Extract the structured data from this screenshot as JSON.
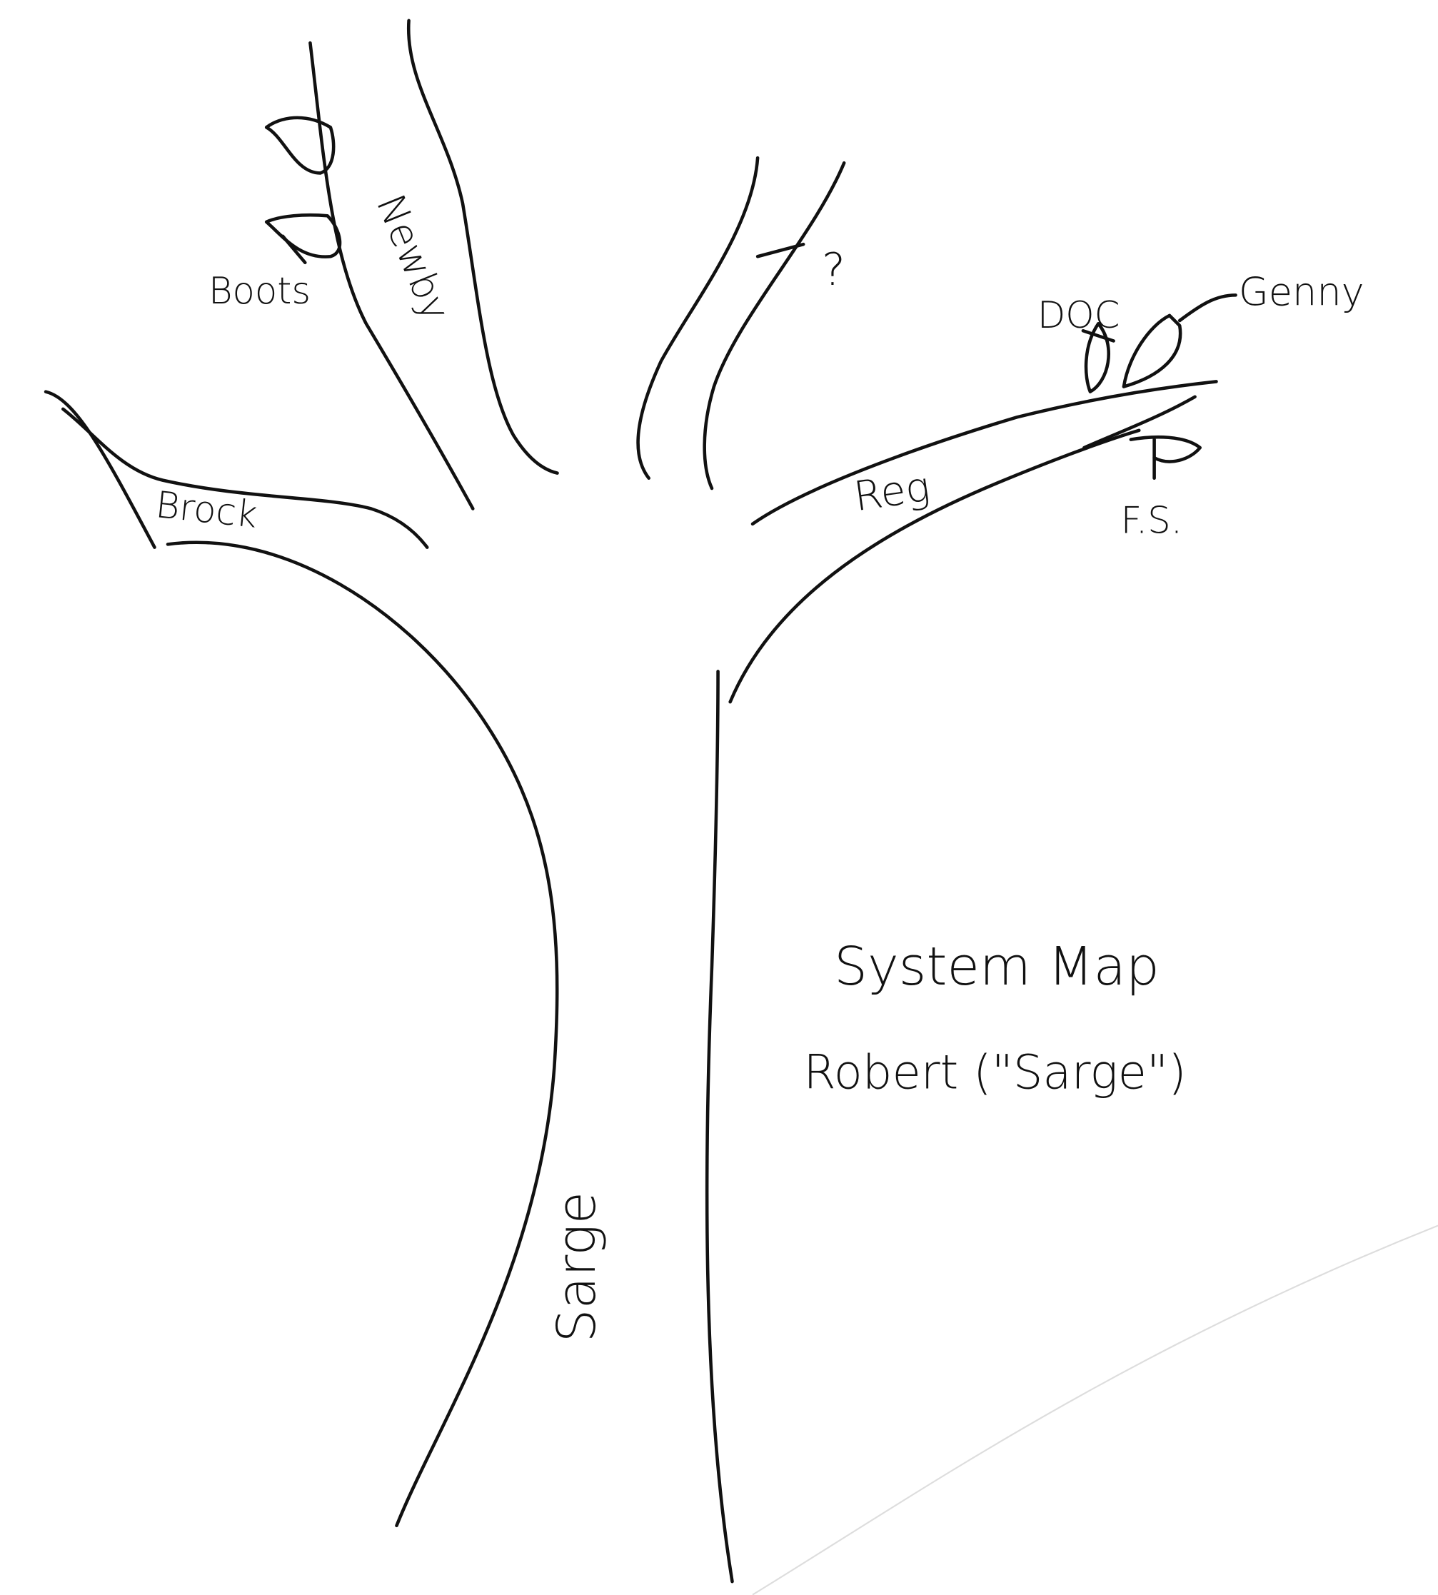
{
  "diagram": {
    "title": "System Map",
    "subtitle": "Robert (\"Sarge\")",
    "trunk_label": "Sarge",
    "branches": [
      {
        "label": "Brock"
      },
      {
        "label": "Newby",
        "leaves": [
          {
            "label": "Boots"
          }
        ]
      },
      {
        "label": "?"
      },
      {
        "label": "Reg",
        "leaves": [
          {
            "label": "DOC"
          },
          {
            "label": "Genny"
          },
          {
            "label": "F.S."
          }
        ]
      }
    ]
  }
}
